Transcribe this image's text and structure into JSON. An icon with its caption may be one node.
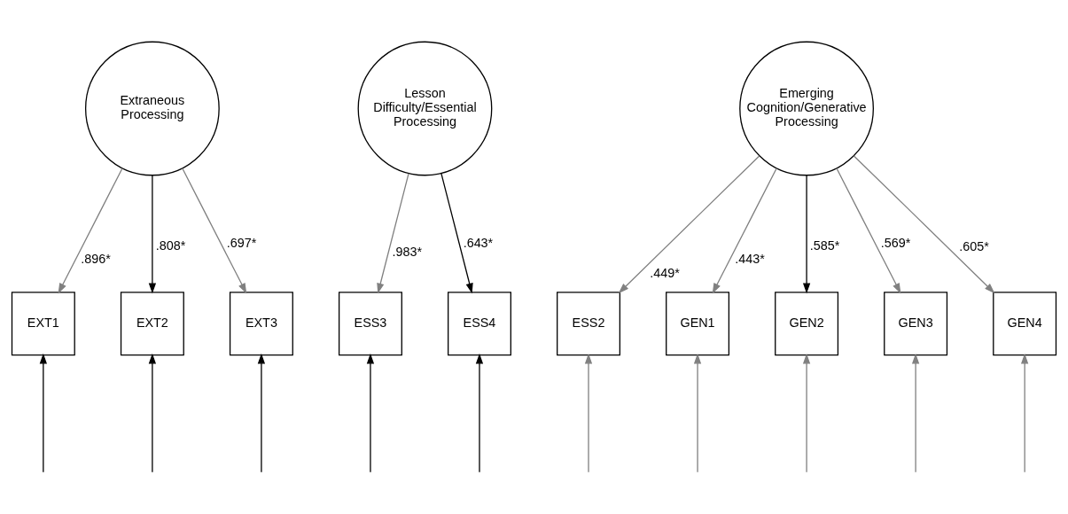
{
  "diagram": {
    "nodes": [
      {
        "text": [
          "Extraneous Processing"
        ]
      },
      {
        "text": [
          "Lesson Difficulty/Essential Processing"
        ]
      },
      {
        "text": [
          "Emerging Cognition/Generative Processing"
        ]
      },
      {
        "text": [
          "EXT1"
        ]
      },
      {
        "text": [
          "EXT2"
        ]
      },
      {
        "text": [
          "EXT3"
        ]
      },
      {
        "text": [
          "ESS3"
        ]
      },
      {
        "text": [
          "ESS4"
        ]
      },
      {
        "text": [
          "ESS2"
        ]
      },
      {
        "text": [
          "GEN1"
        ]
      },
      {
        "text": [
          "GEN2"
        ]
      },
      {
        "text": [
          "GEN3"
        ]
      },
      {
        "text": [
          "GEN4"
        ]
      }
    ],
    "edges": [
      {
        "from": 0,
        "to": 3,
        "arrow": "to",
        "label": ".896*"
      },
      {
        "from": 0,
        "to": 4,
        "arrow": "to",
        "label": ".808*",
        "color": "#000000"
      },
      {
        "from": 0,
        "to": 5,
        "arrow": "to",
        "label": ".697*"
      },
      {
        "from": 1,
        "to": 6,
        "arrow": "to",
        "label": ".983*"
      },
      {
        "from": 1,
        "to": 7,
        "arrow": "to",
        "label": ".643*",
        "color": "#000000"
      },
      {
        "from": 2,
        "to": 8,
        "arrow": "to",
        "label": ".449*"
      },
      {
        "from": 2,
        "to": 9,
        "arrow": "to",
        "label": ".443*"
      },
      {
        "from": 2,
        "to": 10,
        "arrow": "to",
        "label": ".585*",
        "color": "#000000"
      },
      {
        "from": 2,
        "to": 11,
        "arrow": "to",
        "label": ".569*"
      },
      {
        "from": 2,
        "to": 12,
        "arrow": "to",
        "label": ".605*"
      },
      {
        "from": null,
        "to": 3,
        "arrow": "to",
        "color": "#000000"
      },
      {
        "from": null,
        "to": 4,
        "arrow": "to",
        "color": "#000000"
      },
      {
        "from": null,
        "to": 5,
        "arrow": "to",
        "color": "#000000"
      },
      {
        "from": null,
        "to": 6,
        "arrow": "to",
        "color": "#000000"
      },
      {
        "from": null,
        "to": 7,
        "arrow": "to",
        "color": "#000000"
      },
      {
        "from": null,
        "to": 8,
        "arrow": "to"
      },
      {
        "from": null,
        "to": 9,
        "arrow": "to"
      },
      {
        "from": null,
        "to": 10,
        "arrow": "to"
      },
      {
        "from": null,
        "to": 11,
        "arrow": "to"
      },
      {
        "from": null,
        "to": 12,
        "arrow": "to"
      }
    ]
  }
}
